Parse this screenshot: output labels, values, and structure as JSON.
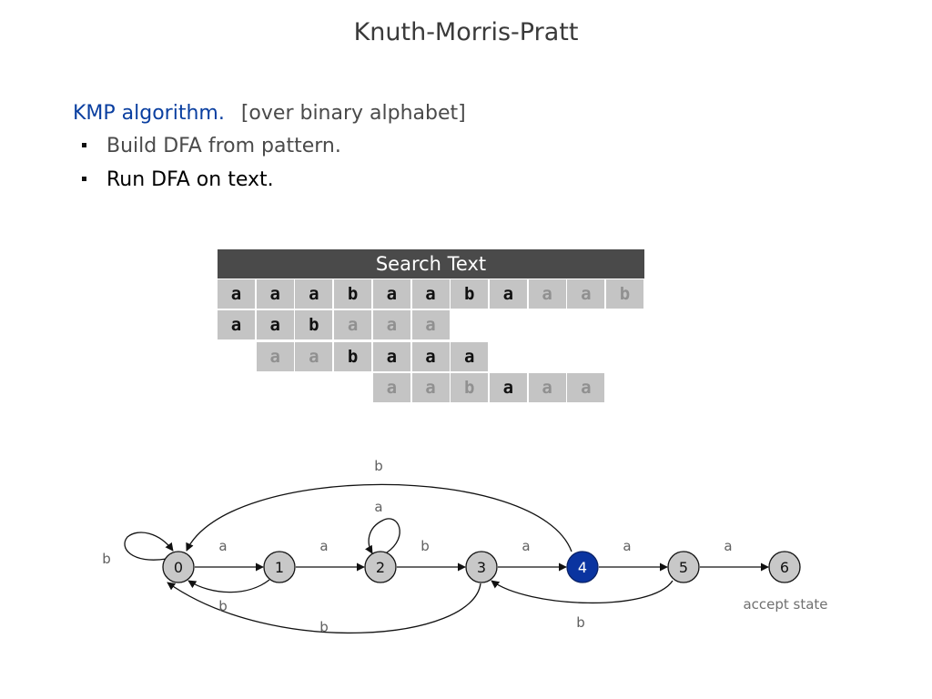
{
  "title": "Knuth-Morris-Pratt",
  "intro": {
    "keyword": "KMP algorithm.",
    "note": "[over binary alphabet]"
  },
  "bullets": [
    "Build DFA from pattern.",
    "Run DFA on text."
  ],
  "search_text": {
    "header": "Search Text",
    "rows": [
      {
        "offset": 0,
        "chars": [
          "a",
          "a",
          "a",
          "b",
          "a",
          "a",
          "b",
          "a",
          "a",
          "a",
          "b"
        ],
        "highlighted": [
          true,
          true,
          true,
          true,
          true,
          true,
          true,
          true,
          false,
          false,
          false
        ]
      },
      {
        "offset": 0,
        "chars": [
          "a",
          "a",
          "b",
          "a",
          "a",
          "a"
        ],
        "highlighted": [
          true,
          true,
          true,
          false,
          false,
          false
        ]
      },
      {
        "offset": 1,
        "chars": [
          "a",
          "a",
          "b",
          "a",
          "a",
          "a"
        ],
        "highlighted": [
          false,
          false,
          true,
          true,
          true,
          true
        ]
      },
      {
        "offset": 4,
        "chars": [
          "a",
          "a",
          "b",
          "a",
          "a",
          "a"
        ],
        "highlighted": [
          false,
          false,
          false,
          true,
          false,
          false
        ]
      }
    ]
  },
  "dfa": {
    "states": [
      "0",
      "1",
      "2",
      "3",
      "4",
      "5",
      "6"
    ],
    "active_state": "4",
    "accept_label": "accept state",
    "transitions": [
      {
        "from": "0",
        "to": "0",
        "label": "b"
      },
      {
        "from": "0",
        "to": "1",
        "label": "a"
      },
      {
        "from": "1",
        "to": "0",
        "label": "b"
      },
      {
        "from": "1",
        "to": "2",
        "label": "a"
      },
      {
        "from": "2",
        "to": "2",
        "label": "a"
      },
      {
        "from": "2",
        "to": "3",
        "label": "b"
      },
      {
        "from": "3",
        "to": "4",
        "label": "a"
      },
      {
        "from": "3",
        "to": "0",
        "label": "b"
      },
      {
        "from": "4",
        "to": "0",
        "label": "b"
      },
      {
        "from": "4",
        "to": "5",
        "label": "a"
      },
      {
        "from": "5",
        "to": "6",
        "label": "a"
      },
      {
        "from": "5",
        "to": "3",
        "label": "b"
      }
    ],
    "colors": {
      "active_fill": "#0a34a0",
      "node_fill": "#c8c8c8"
    }
  }
}
